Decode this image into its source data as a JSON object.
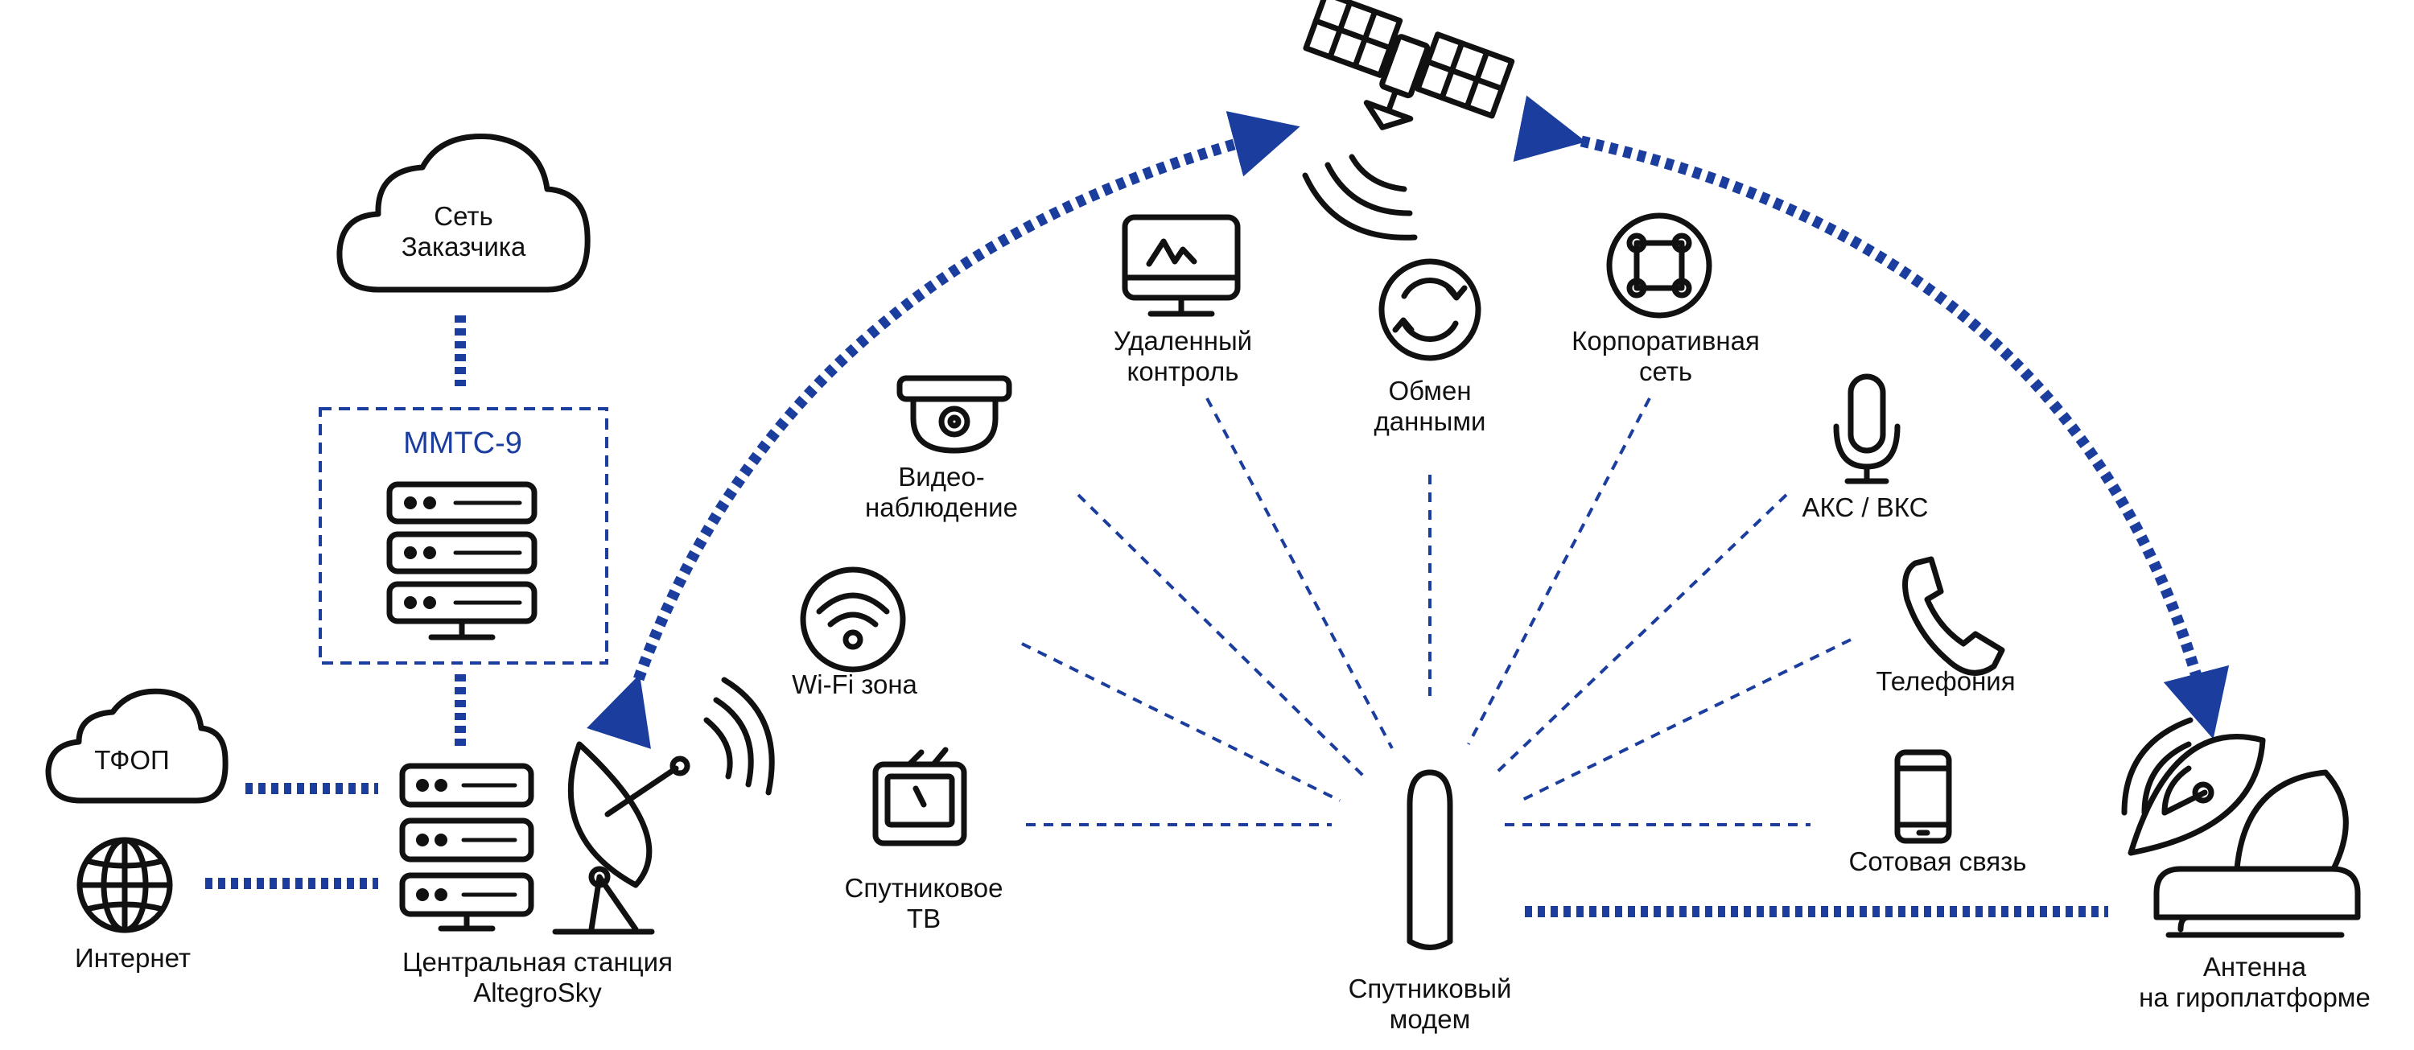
{
  "colors": {
    "accent": "#1a3d9e",
    "line": "#111111"
  },
  "nodes": {
    "customer_network": [
      "Сеть",
      "Заказчика"
    ],
    "mmtc": "ММТС-9",
    "pstn": "ТФОП",
    "internet": "Интернет",
    "central_station": [
      "Центральная станция",
      "AltegroSky"
    ],
    "satellite_modem": [
      "Спутниковый",
      "модем"
    ],
    "gyro_antenna": [
      "Антенна",
      "на гироплатформе"
    ]
  },
  "services": {
    "satellite_tv": [
      "Спутниковое",
      "ТВ"
    ],
    "wifi": [
      "Wi-Fi зона"
    ],
    "video": [
      "Видео-",
      "наблюдение"
    ],
    "remote": [
      "Удаленный",
      "контроль"
    ],
    "data_exchange": [
      "Обмен",
      "данными"
    ],
    "corporate": [
      "Корпоративная",
      "сеть"
    ],
    "aks_vks": [
      "АКС / ВКС"
    ],
    "telephony": [
      "Телефония"
    ],
    "cellular": [
      "Сотовая связь"
    ]
  },
  "icons": [
    "cloud-icon",
    "server-icon",
    "globe-icon",
    "dish-icon",
    "satellite-icon",
    "modem-icon",
    "tv-icon",
    "wifi-icon",
    "camera-icon",
    "monitor-icon",
    "exchange-icon",
    "network-icon",
    "microphone-icon",
    "phone-icon",
    "smartphone-icon"
  ]
}
